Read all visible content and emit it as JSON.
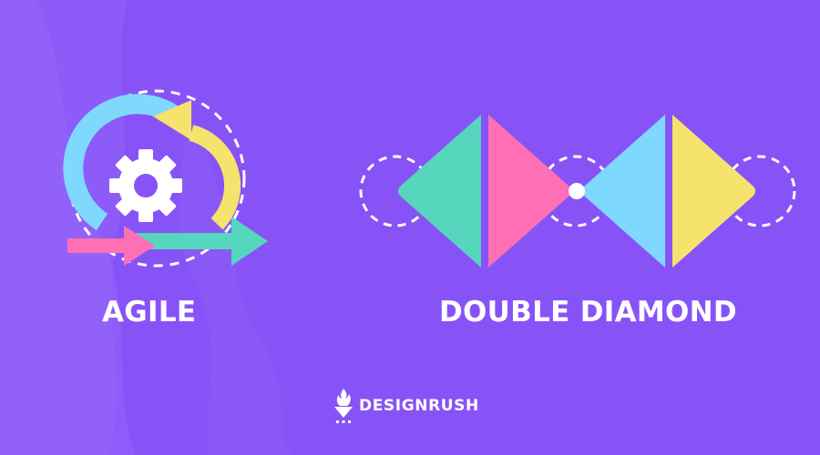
{
  "colors": {
    "background": "#8753f6",
    "green": "#55d6bd",
    "pink": "#ff6fb3",
    "blue": "#7fd9ff",
    "yellow": "#f6e36d",
    "white": "#ffffff"
  },
  "left_section": {
    "label": "AGILE",
    "icons": [
      "circular-arrow-icon",
      "gear-icon",
      "pink-arrow-icon",
      "green-arrow-icon",
      "dashed-circle-icon"
    ]
  },
  "right_section": {
    "label": "DOUBLE DIAMOND",
    "icons": [
      "dashed-circle-icon",
      "diamond-icon",
      "diamond-icon",
      "connector-dot-icon"
    ]
  },
  "brand": {
    "name": "DESIGNRUSH",
    "icon": "designrush-logo-icon"
  }
}
